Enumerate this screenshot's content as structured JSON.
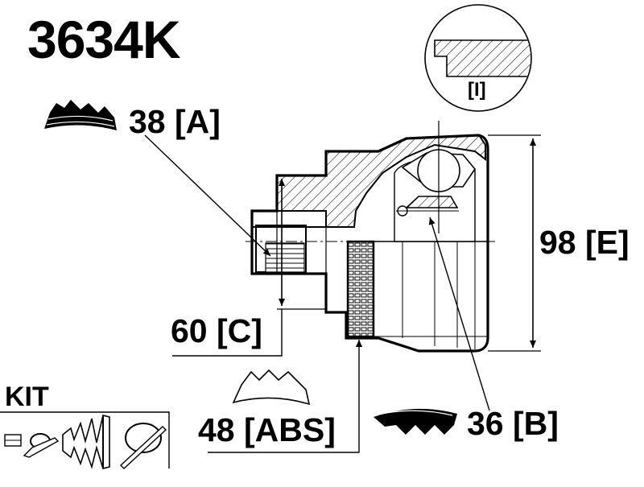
{
  "part_number": "3634K",
  "detail_callout": "[I]",
  "kit_label": "KIT",
  "dimensions": [
    {
      "key": "A",
      "value": "38 [A]"
    },
    {
      "key": "B",
      "value": "36 [B]"
    },
    {
      "key": "C",
      "value": "60 [C]"
    },
    {
      "key": "E",
      "value": "98 [E]"
    },
    {
      "key": "ABS",
      "value": "48 [ABS]"
    }
  ],
  "kit_items": [
    "nut-icon",
    "clamp-ring-icon",
    "boot-bellows-icon",
    "cable-tie-icon"
  ]
}
